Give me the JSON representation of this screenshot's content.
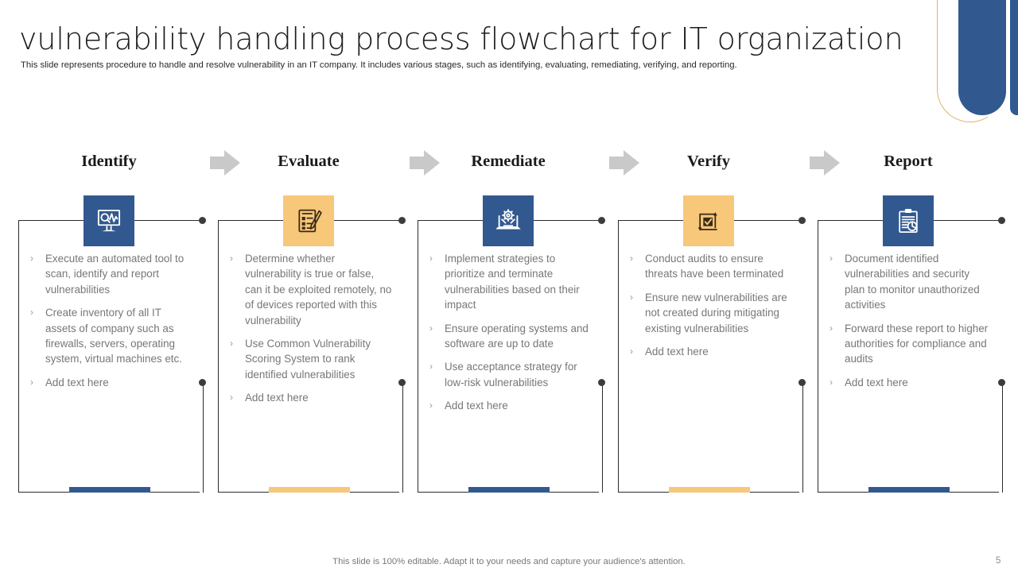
{
  "slide": {
    "title": "vulnerability handling process flowchart for IT organization",
    "subtitle": "This slide represents procedure to handle and resolve vulnerability in an IT company. It includes various stages, such as identifying, evaluating, remediating, verifying, and reporting.",
    "footer_note": "This slide is 100% editable. Adapt it to your needs and capture your audience's attention.",
    "page_number": "5",
    "bullet_marker": "›"
  },
  "colors": {
    "brand_blue": "#32598f",
    "accent_orange": "#f7c77a",
    "arrow_gray": "#c9c9c9",
    "text_body": "#777777",
    "line": "#2b2b2b",
    "deco_outline": "#e3b269"
  },
  "steps": [
    {
      "label": "Identify",
      "icon": "monitor-scan-icon",
      "icon_bg": "#32598f",
      "icon_fg": "#ffffff",
      "accent": "#32598f",
      "bullets": [
        "Execute an automated tool to scan, identify and report vulnerabilities",
        "Create inventory of all IT assets of company such as firewalls, servers, operating system, virtual machines etc.",
        "Add text here"
      ]
    },
    {
      "label": "Evaluate",
      "icon": "clipboard-pen-icon",
      "icon_bg": "#f7c77a",
      "icon_fg": "#3a2a12",
      "accent": "#f7c77a",
      "bullets": [
        "Determine whether vulnerability is true or false, can it be exploited remotely, no of devices reported with this vulnerability",
        "Use Common Vulnerability Scoring System to rank identified vulnerabilities",
        "Add text here"
      ]
    },
    {
      "label": "Remediate",
      "icon": "laptop-gear-wrench-icon",
      "icon_bg": "#32598f",
      "icon_fg": "#ffffff",
      "accent": "#32598f",
      "bullets": [
        "Implement strategies to prioritize and terminate vulnerabilities based on their impact",
        "Ensure operating systems and software are up to date",
        "Use acceptance strategy for low-risk vulnerabilities",
        "Add text here"
      ]
    },
    {
      "label": "Verify",
      "icon": "checkbox-arrows-icon",
      "icon_bg": "#f7c77a",
      "icon_fg": "#3a2a12",
      "accent": "#f7c77a",
      "bullets": [
        "Conduct audits to ensure threats have been terminated",
        "Ensure new vulnerabilities are not created during mitigating existing vulnerabilities",
        "Add text here"
      ]
    },
    {
      "label": "Report",
      "icon": "clipboard-chart-icon",
      "icon_bg": "#32598f",
      "icon_fg": "#ffffff",
      "accent": "#32598f",
      "bullets": [
        "Document identified vulnerabilities and security plan to monitor unauthorized activities",
        "Forward these report to higher authorities for compliance and audits",
        "Add text here"
      ]
    }
  ],
  "arrows": [
    {
      "name": "flow-arrow-1"
    },
    {
      "name": "flow-arrow-2"
    },
    {
      "name": "flow-arrow-3"
    },
    {
      "name": "flow-arrow-4"
    }
  ]
}
